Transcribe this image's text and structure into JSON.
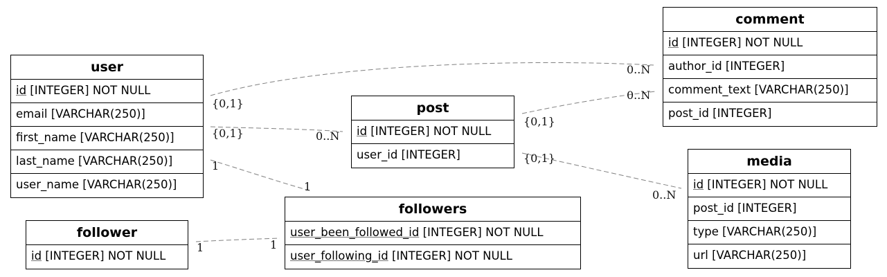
{
  "tables": {
    "user": {
      "name": "user",
      "fields": [
        {
          "key": "id",
          "rest": " [INTEGER] NOT NULL"
        },
        {
          "key": "",
          "rest": "email [VARCHAR(250)]"
        },
        {
          "key": "",
          "rest": "first_name [VARCHAR(250)]"
        },
        {
          "key": "",
          "rest": "last_name [VARCHAR(250)]"
        },
        {
          "key": "",
          "rest": "user_name [VARCHAR(250)]"
        }
      ]
    },
    "follower": {
      "name": "follower",
      "fields": [
        {
          "key": "id",
          "rest": " [INTEGER] NOT NULL"
        }
      ]
    },
    "post": {
      "name": "post",
      "fields": [
        {
          "key": "id",
          "rest": " [INTEGER] NOT NULL"
        },
        {
          "key": "",
          "rest": "user_id [INTEGER]"
        }
      ]
    },
    "followers": {
      "name": "followers",
      "fields": [
        {
          "key": "user_been_followed_id",
          "rest": " [INTEGER] NOT NULL"
        },
        {
          "key": "user_following_id",
          "rest": " [INTEGER] NOT NULL"
        }
      ]
    },
    "comment": {
      "name": "comment",
      "fields": [
        {
          "key": "id",
          "rest": " [INTEGER] NOT NULL"
        },
        {
          "key": "",
          "rest": "author_id [INTEGER]"
        },
        {
          "key": "",
          "rest": "comment_text [VARCHAR(250)]"
        },
        {
          "key": "",
          "rest": "post_id [INTEGER]"
        }
      ]
    },
    "media": {
      "name": "media",
      "fields": [
        {
          "key": "id",
          "rest": " [INTEGER] NOT NULL"
        },
        {
          "key": "",
          "rest": "post_id [INTEGER]"
        },
        {
          "key": "",
          "rest": "type [VARCHAR(250)]"
        },
        {
          "key": "",
          "rest": "url [VARCHAR(250)]"
        }
      ]
    }
  },
  "relations": [
    {
      "from_label": "{0,1}",
      "to_label": "0..N"
    },
    {
      "from_label": "{0,1}",
      "to_label": "0..N"
    },
    {
      "from_label": "1",
      "to_label": "1"
    },
    {
      "from_label": "{0,1}",
      "to_label": "0..N"
    },
    {
      "from_label": "{0,1}",
      "to_label": "0..N"
    },
    {
      "from_label": "1",
      "to_label": "1"
    }
  ],
  "colors": {
    "edge": "#808080",
    "border": "#000000"
  }
}
